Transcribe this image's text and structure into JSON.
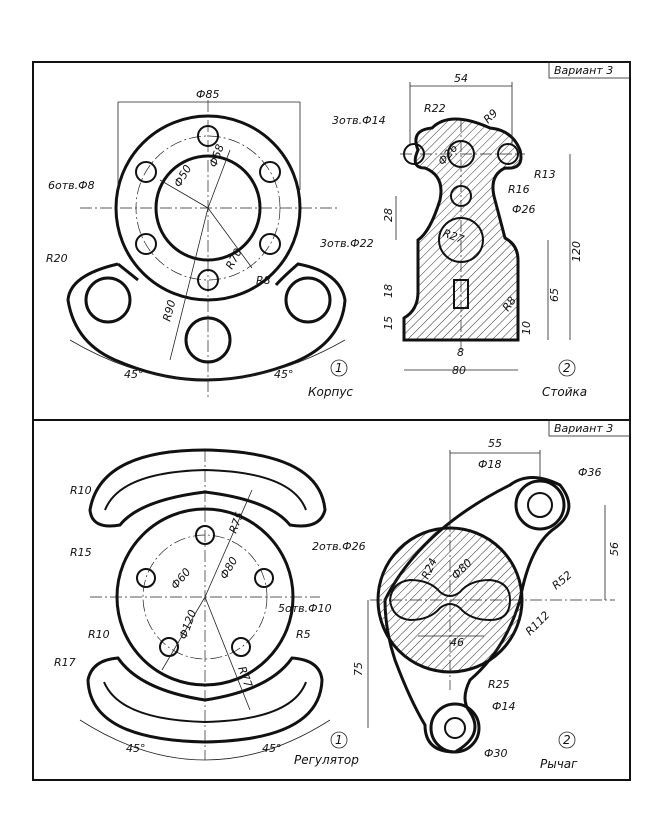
{
  "panels": [
    {
      "variant": "Вариант 3",
      "part1": {
        "number": "1",
        "name": "Корпус",
        "dims": [
          "Ф85",
          "Ф58",
          "Ф50",
          "6отв.Ф8",
          "3отв.Ф22",
          "R20",
          "R70",
          "R8",
          "R90",
          "45°",
          "45°"
        ]
      },
      "part2": {
        "number": "2",
        "name": "Стойка",
        "dims": [
          "54",
          "R22",
          "R9",
          "3отв.Ф14",
          "Ф26",
          "R13",
          "R16",
          "Ф26",
          "R27",
          "28",
          "120",
          "18",
          "65",
          "R8",
          "15",
          "10",
          "8",
          "80"
        ]
      }
    },
    {
      "variant": "Вариант 3",
      "part1": {
        "number": "1",
        "name": "Регулятор",
        "dims": [
          "R10",
          "R15",
          "R75",
          "Ф60",
          "Ф80",
          "Ф120",
          "5отв.Ф10",
          "R5",
          "R77",
          "R10",
          "R17",
          "45°",
          "45°"
        ]
      },
      "part2": {
        "number": "2",
        "name": "Рычаг",
        "dims": [
          "55",
          "Ф18",
          "Ф36",
          "2отв.Ф26",
          "R24",
          "Ф80",
          "56",
          "R52",
          "46",
          "R112",
          "75",
          "R25",
          "Ф14",
          "Ф30"
        ]
      }
    }
  ]
}
